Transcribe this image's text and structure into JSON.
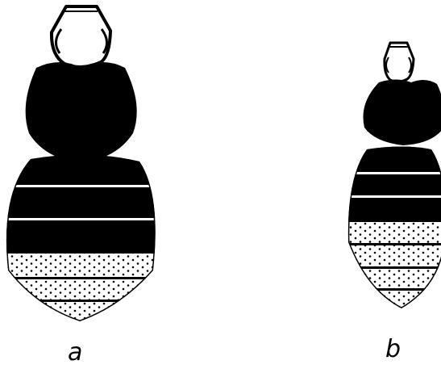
{
  "figure": {
    "panels": [
      {
        "id": "a",
        "label": "a",
        "segments": [
          "head",
          "thorax",
          "black",
          "black",
          "black",
          "dotted",
          "dotted",
          "dotted"
        ]
      },
      {
        "id": "b",
        "label": "b",
        "segments": [
          "head",
          "thorax",
          "black",
          "black",
          "black",
          "dotted",
          "dotted",
          "dotted",
          "dotted"
        ]
      }
    ],
    "colors": {
      "ink": "#000000",
      "paper": "#ffffff"
    }
  }
}
